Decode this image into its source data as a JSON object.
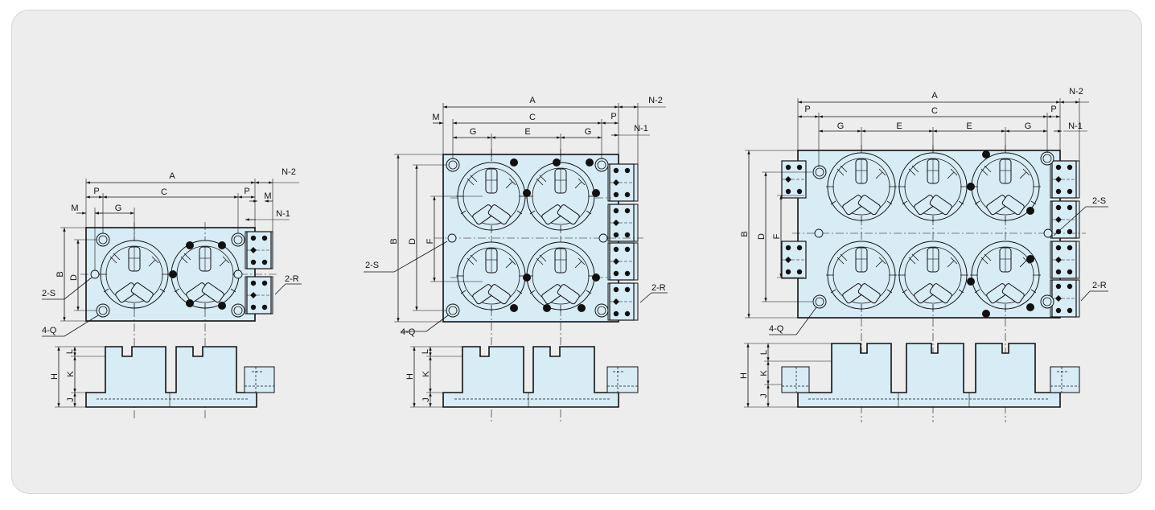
{
  "labels": {
    "A": "A",
    "B": "B",
    "C": "C",
    "D": "D",
    "E": "E",
    "F": "F",
    "G": "G",
    "H": "H",
    "J": "J",
    "K": "K",
    "L": "L",
    "M": "M",
    "P": "P",
    "N1": "N-1",
    "N2": "N-2",
    "S2": "2-S",
    "R2": "2-R",
    "Q4": "4-Q"
  }
}
